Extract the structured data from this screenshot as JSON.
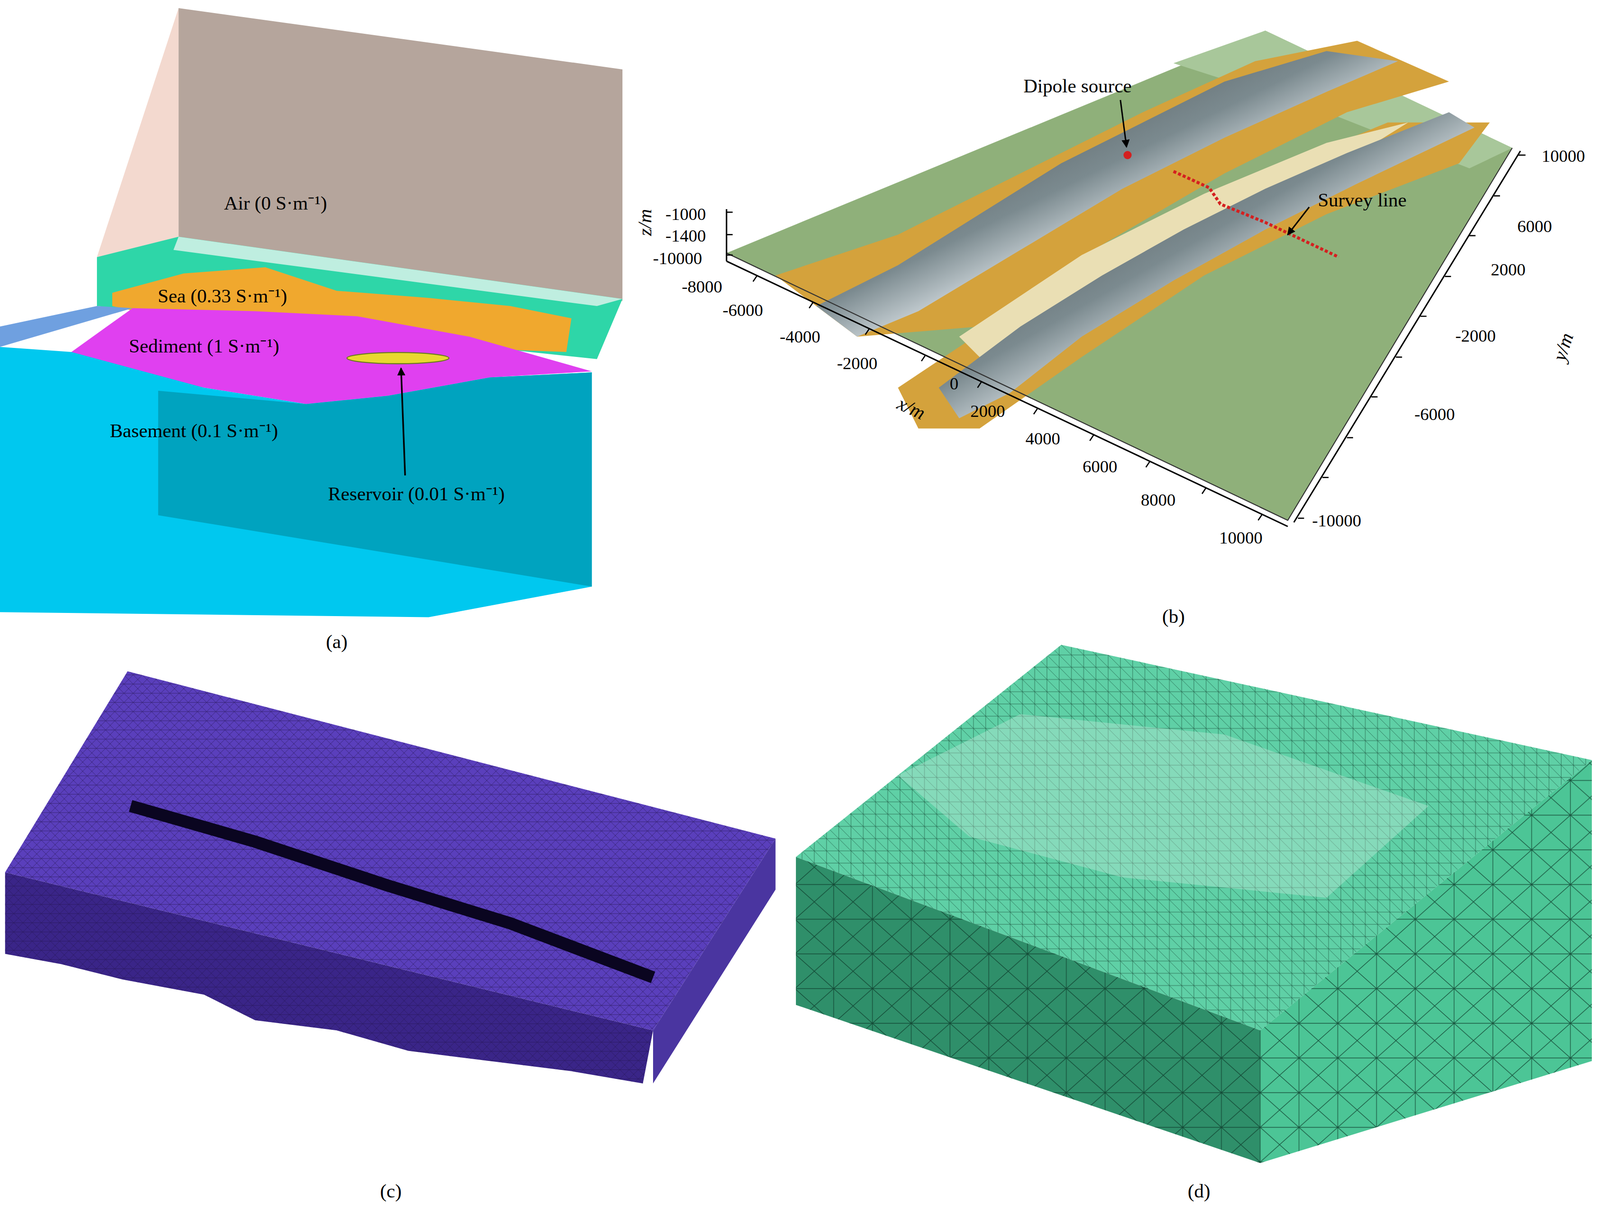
{
  "diagram": {
    "labels": [
      "Air (0 S·m⁻¹)",
      "Sea (0.33 S·m⁻¹)",
      "Sediment (1 S·m⁻¹)",
      "Basement (0.1 S·m⁻¹)",
      "Reservoir (0.01 S·m⁻¹)",
      "(a)",
      "Dipole source",
      "Survey line",
      "z/m",
      "-1000",
      "-1400",
      "-10000",
      "-8000",
      "-6000",
      "-4000",
      "-2000",
      "0",
      "2000",
      "4000",
      "6000",
      "8000",
      "10000",
      "x/m",
      "10000",
      "6000",
      "2000",
      "-2000",
      "-6000",
      "-10000",
      "y/m",
      "(b)",
      "(c)",
      "(d)"
    ]
  }
}
